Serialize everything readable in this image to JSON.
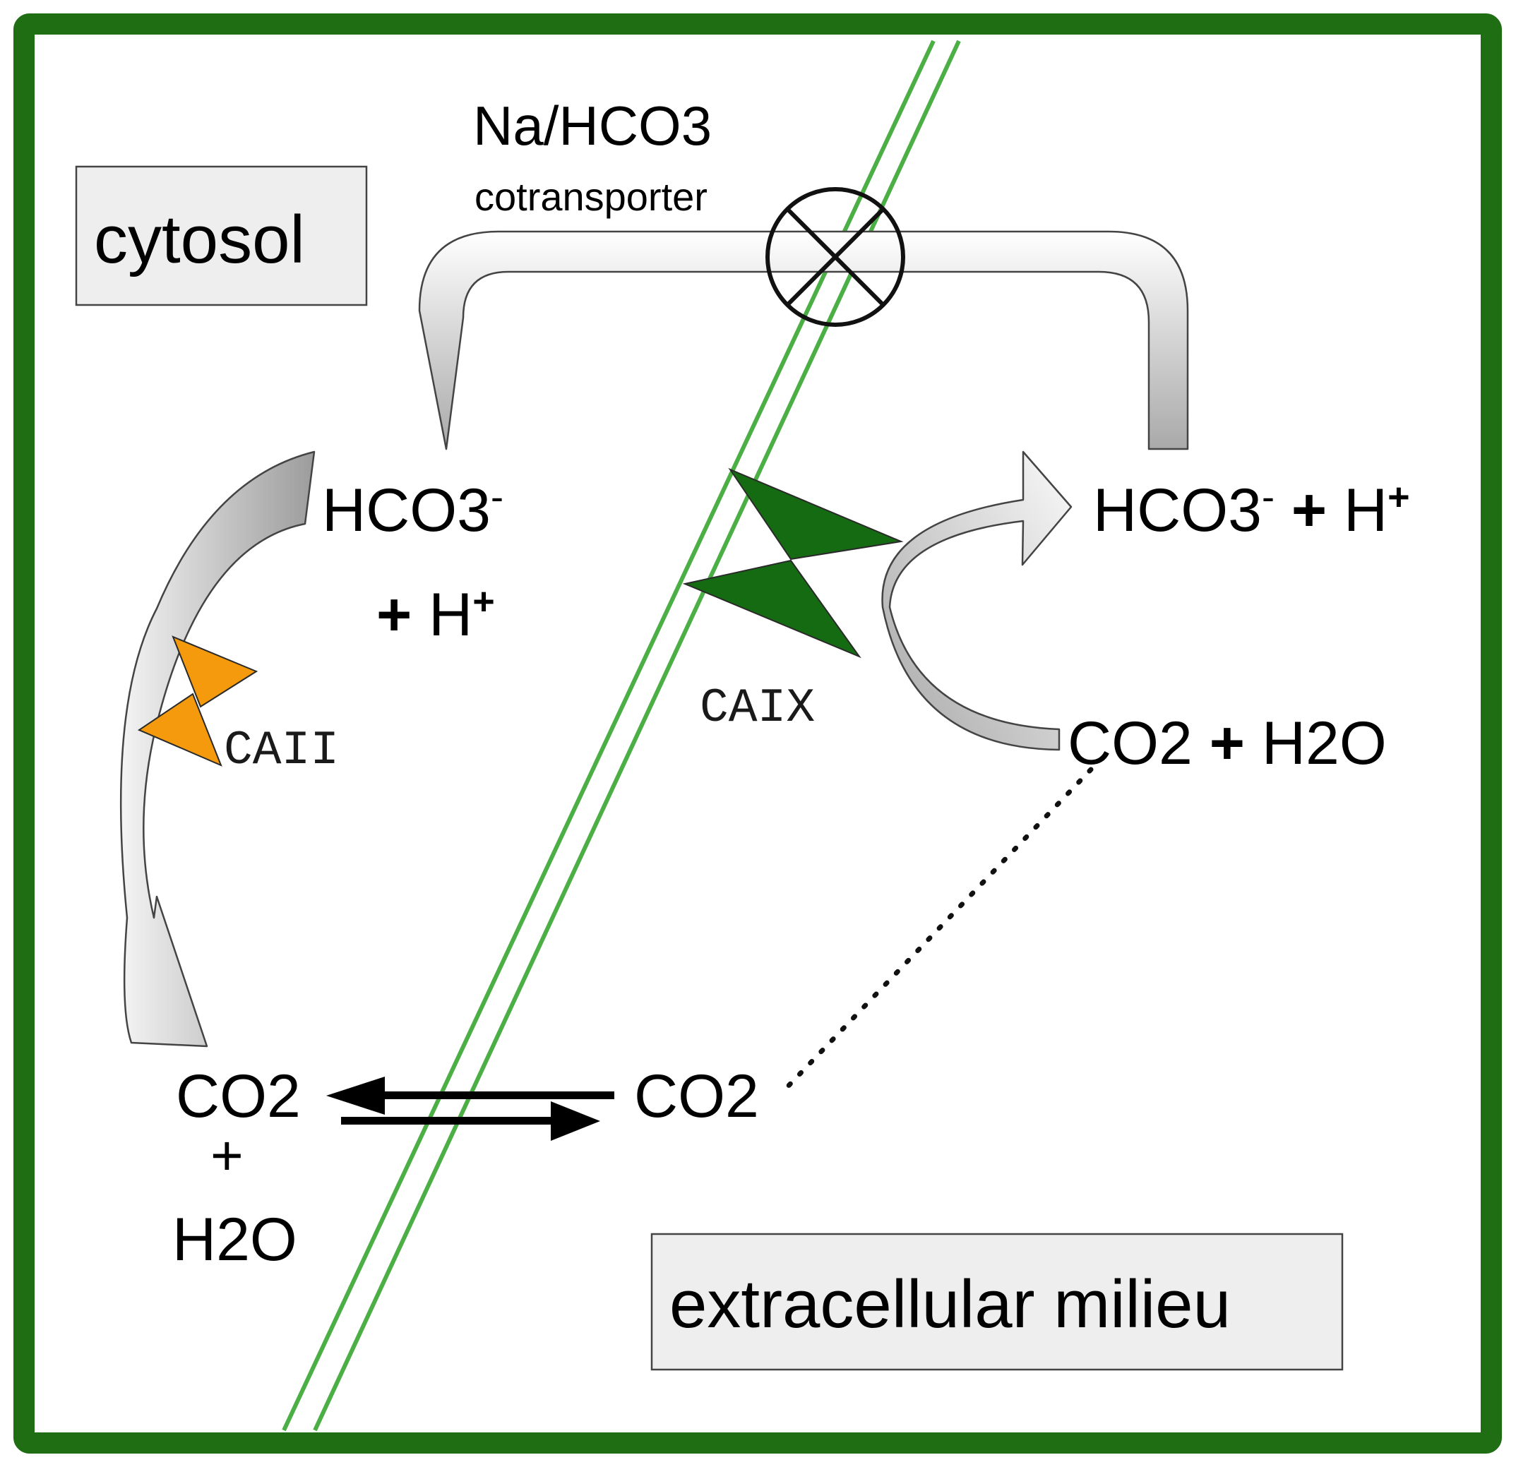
{
  "regions": {
    "cytosol": "cytosol",
    "extracellular": "extracellular milieu"
  },
  "transporter": {
    "name": "Na/HCO3",
    "subtitle": "cotransporter"
  },
  "enzymes": {
    "intracellular": "CAII",
    "extracellular": "CAIX"
  },
  "cytosol_side": {
    "hco3": "HCO3",
    "hco3_charge": "-",
    "plus_sign": "+",
    "proton": "H",
    "proton_charge": "+",
    "co2": "CO2",
    "water": "H2O"
  },
  "extracellular_side": {
    "hco3": "HCO3",
    "hco3_charge": "-",
    "plus_sign": "+",
    "proton": "H",
    "proton_charge": "+",
    "co2": "CO2",
    "water": "H2O",
    "co2_diffused": "CO2"
  },
  "colors": {
    "frame": "#1f6e14",
    "membrane": "#4caf45",
    "caix": "#156b12",
    "caii": "#f59a0c",
    "arrow_gray_light": "#f7f7f7",
    "arrow_gray_dark": "#a8a8a8",
    "label_box": "#eeeeee"
  }
}
